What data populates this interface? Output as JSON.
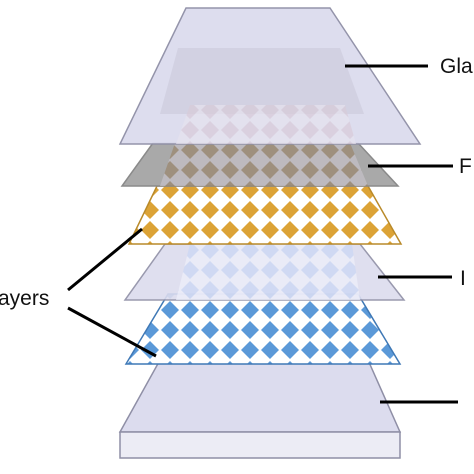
{
  "labels": {
    "glass": "Gla",
    "second": "F",
    "third": "I",
    "fourth": "",
    "layers": "ayers"
  },
  "colors": {
    "panel_fill": "#dcdcee",
    "panel_stroke": "#8f8fa6",
    "gray_layer": "#a9a9a9",
    "orange_diamond": "#dca336",
    "blue_diamond": "#5b99d8",
    "light_blue_diamond": "#c9d6f4"
  }
}
